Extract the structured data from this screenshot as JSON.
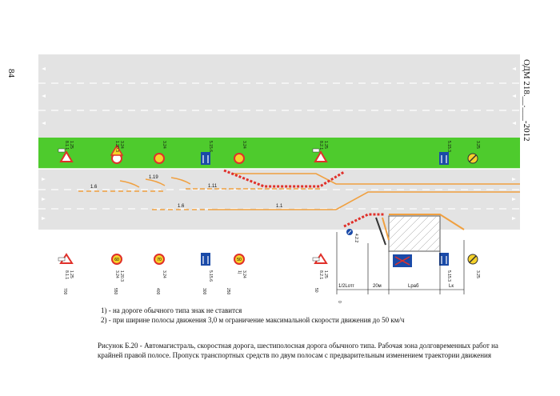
{
  "page": {
    "number": "84",
    "document_code": "ОДМ 218.__.___-2012"
  },
  "diagram": {
    "lane_labels": [
      "1.6",
      "1.19",
      "1.11",
      "1.6",
      "1.1"
    ],
    "median_signs": [
      "1.25\n8.1.1",
      "3.24\n1.20.3",
      "3.24",
      "5.15.6",
      "3.24",
      "1.25\n8.2.1",
      "5.15.3",
      "3.25"
    ],
    "bottom_signs": [
      {
        "codes": "1.25\n8.1.1",
        "dist": "700"
      },
      {
        "codes": "1.20.3\n3.24",
        "dist": "550"
      },
      {
        "codes": "3.24",
        "dist": "400"
      },
      {
        "codes": "5.15.6",
        "dist": "300"
      },
      {
        "codes": "3.24\n1)",
        "dist": "250"
      },
      {
        "codes": "1.25\n8.2.1",
        "dist": "50"
      },
      {
        "codes": "5.15.3",
        "dist": ""
      },
      {
        "codes": "3.25",
        "dist": ""
      }
    ],
    "sign_values": {
      "speed_60": "60",
      "speed_70": "70",
      "speed_50": "50"
    },
    "work_sign": "4.2.2",
    "zero_mark": "0",
    "dimensions": {
      "half_l": "1/2Lотг",
      "gap": "20м",
      "l_work": "Lраб",
      "l_end": "Lк"
    }
  },
  "notes": [
    "1) - на дороге обычного типа знак не ставится",
    "2) - при ширине полосы движения 3,0 м ограничение максимальной скорости движения до 50 км/ч"
  ],
  "caption": {
    "label": "Рисунок Б.20 -",
    "text": "Автомагистраль, скоростная дорога, шестиполосная дорога обычного типа. Рабочая зона долговременных работ на крайней правой полосе. Пропуск транспортных средств по двум полосам с предварительным изменением траектории движения"
  },
  "colors": {
    "road": "#e3e3e3",
    "median": "#4ecb2d",
    "marking_orange": "#f0a040",
    "barrier_red": "#e0302a",
    "sign_blue": "#1a4aa8",
    "sign_yellow": "#f6d22a"
  }
}
